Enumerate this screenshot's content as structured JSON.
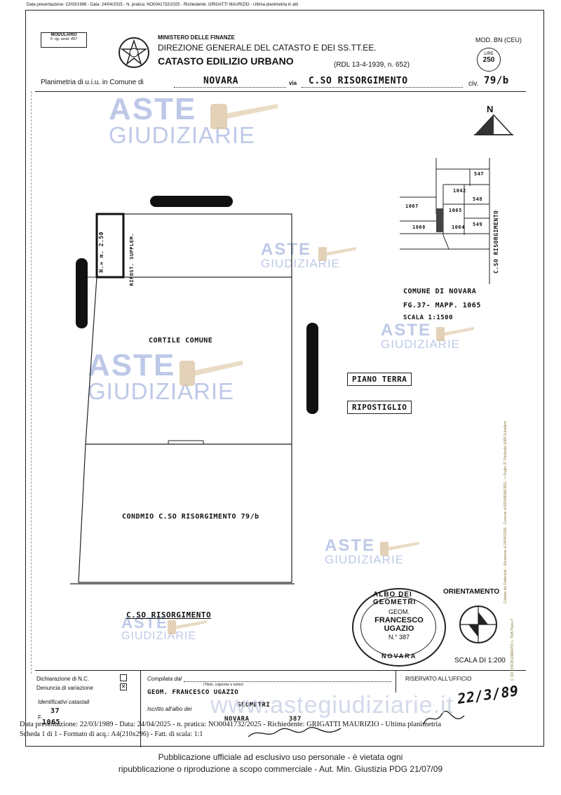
{
  "top_meta": "Data presentazione: 22/03/1989 - Data: 24/04/2025 - N. pratica: NO0041732/2025 - Richiedente: GRIGATTI MAURIZIO - Ultima planimetria in atti",
  "header": {
    "modulario": "MODULARIO",
    "modulario_sub": "F. rig. rend. 497",
    "ministry": "MINISTERO DELLE FINANZE",
    "direction": "DIREZIONE GENERALE DEL CATASTO E DEI SS.TT.EE.",
    "catasto": "CATASTO EDILIZIO URBANO",
    "rdl": "(RDL 13-4-1939, n. 652)",
    "mod": "MOD. BN (CEU)",
    "lire_label": "LIRE",
    "lire_value": "250",
    "planimetria_label": "Planimetria di u.i.u. in Comune di",
    "comune": "NOVARA",
    "via_label": "via",
    "via": "C.SO RISORGIMENTO",
    "civ_label": "civ.",
    "civ": "79/b"
  },
  "north": "N",
  "watermark": {
    "line1": "ASTE",
    "line2": "GIUDIZIARIE"
  },
  "plan": {
    "height_label": "H.= m. 2.50",
    "room_label": "RIPOST. SUPPLEM.",
    "cortile": "CORTILE COMUNE",
    "condominio": "CONDMIO C.SO RISORGIMENTO 79/b",
    "street": "C.SO RISORGIMENTO"
  },
  "location_map": {
    "parcels": [
      "547",
      "1042",
      "548",
      "1067",
      "1065",
      "1068",
      "1064",
      "549"
    ],
    "street": "C.SO RISORGIMENTO",
    "comune": "COMUNE DI NOVARA",
    "foglio": "FG.37- MAPP. 1065",
    "scala": "SCALA 1:1500"
  },
  "labels": {
    "piano": "PIANO TERRA",
    "tipo": "RIPOSTIGLIO"
  },
  "orientamento": "ORIENTAMENTO",
  "scala": "SCALA DI 1:200",
  "stamp": {
    "ring_top": "ALBO DEI GEOMETRI",
    "ring_bottom": "NOVARA",
    "line1": "GEOM.",
    "line2": "FRANCESCO",
    "line3": "UGAZIO",
    "line4": "N.° 387"
  },
  "side_text_right": "Catasto dei Fabbricati - Situazione al 24/04/2025 - Comune di NOVARA(F952) - < Foglio 37 Particella 1065 Subalterno 6 >",
  "side_text_right2": "C.SO RISORGIMENTO n. 79/B Piano T",
  "form": {
    "dichiarazione": "Dichiarazione di N.C.",
    "denuncia": "Denuncia di variazione",
    "compilata": "Compilata dal",
    "titolo_hint": "(Titolo, cognome e nome)",
    "compiler": "GEOM. FRANCESCO UGAZIO",
    "iscritto": "Iscritto all'albo dei",
    "albo": "GEOMETRI",
    "identificativi": "Identificativi catastali",
    "foglio_label": "F.",
    "foglio": "37",
    "num": "1065",
    "provincia": "NOVARA",
    "numero": "387",
    "riservato": "RISERVATO ALL'UFFICIO",
    "date_handwritten": "22/3/89"
  },
  "overlay_line1": "Data presentazione: 22/03/1989 - Data: 24/04/2025 - n. pratica: NO0041732/2025 - Richiedente: GRIGATTI MAURIZIO - Ultima planimetria",
  "overlay_line2": "Scheda 1 di 1 - Formato di acq.: A4(210x296) - Fatt. di scala: 1:1",
  "site_watermark": "www.astegiudiziarie.it",
  "footer": {
    "line1": "Pubblicazione ufficiale ad esclusivo uso personale - è vietata ogni",
    "line2": "ripubblicazione o riproduzione a scopo commerciale - Aut. Min. Giustizia PDG 21/07/09"
  }
}
